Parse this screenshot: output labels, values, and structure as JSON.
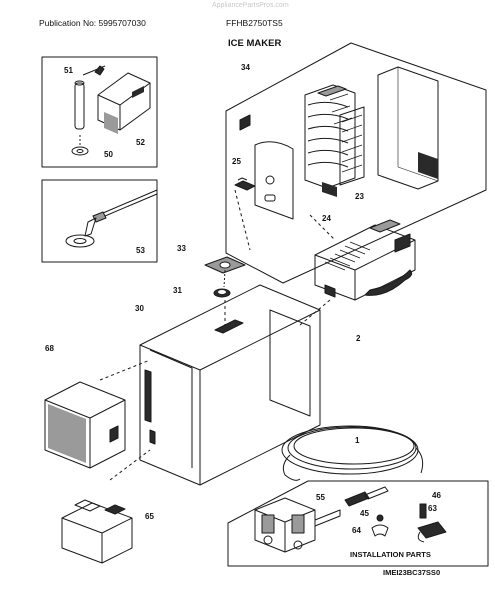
{
  "watermark": "AppliancePartsPros.com",
  "header": {
    "publication": "Publication No: 5995707030",
    "model": "FFHB2750TS5"
  },
  "title": "ICE MAKER",
  "labels": {
    "p51": "51",
    "p52": "52",
    "p50": "50",
    "p53": "53",
    "p34": "34",
    "p25": "25",
    "p23": "23",
    "p24": "24",
    "p33": "33",
    "p31": "31",
    "p30": "30",
    "p2": "2",
    "p68": "68",
    "p1": "1",
    "p65": "65",
    "p55": "55",
    "p46": "46",
    "p45": "45",
    "p63": "63",
    "p64": "64"
  },
  "installation_parts": "INSTALLATION PARTS",
  "drawing_code": "IMEI23BC37SS0",
  "colors": {
    "line": "#1a1a1a",
    "fill_dark": "#2a2a2a",
    "fill_gray": "#9a9a9a"
  }
}
